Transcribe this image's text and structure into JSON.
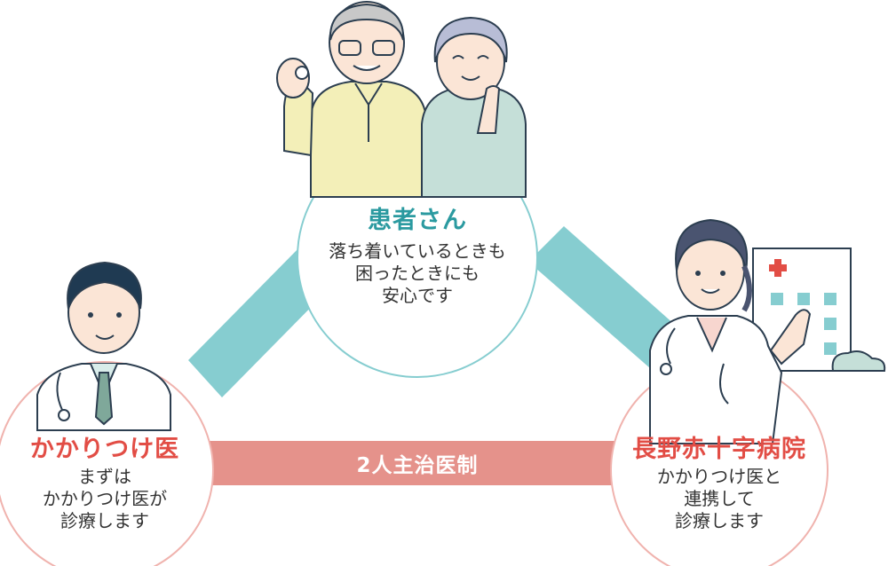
{
  "colors": {
    "teal": "#86cdd0",
    "teal_text": "#2b9aa0",
    "red_band": "#e5928b",
    "red_text": "#e24d45",
    "pink_ring": "#f0b3ae",
    "teal_ring": "#86cdd0"
  },
  "patients": {
    "title": "患者さん",
    "lines": [
      "落ち着いているときも",
      "困ったときにも",
      "安心です"
    ]
  },
  "family_doctor": {
    "title": "かかりつけ医",
    "lines": [
      "まずは",
      "かかりつけ医が",
      "診療します"
    ]
  },
  "hospital": {
    "title": "長野赤十字病院",
    "lines": [
      "かかりつけ医と",
      "連携して",
      "診療します"
    ]
  },
  "band": {
    "label": "2人主治医制"
  },
  "icons": [
    "elderly-couple-icon",
    "male-doctor-icon",
    "female-doctor-icon",
    "hospital-building-icon"
  ]
}
